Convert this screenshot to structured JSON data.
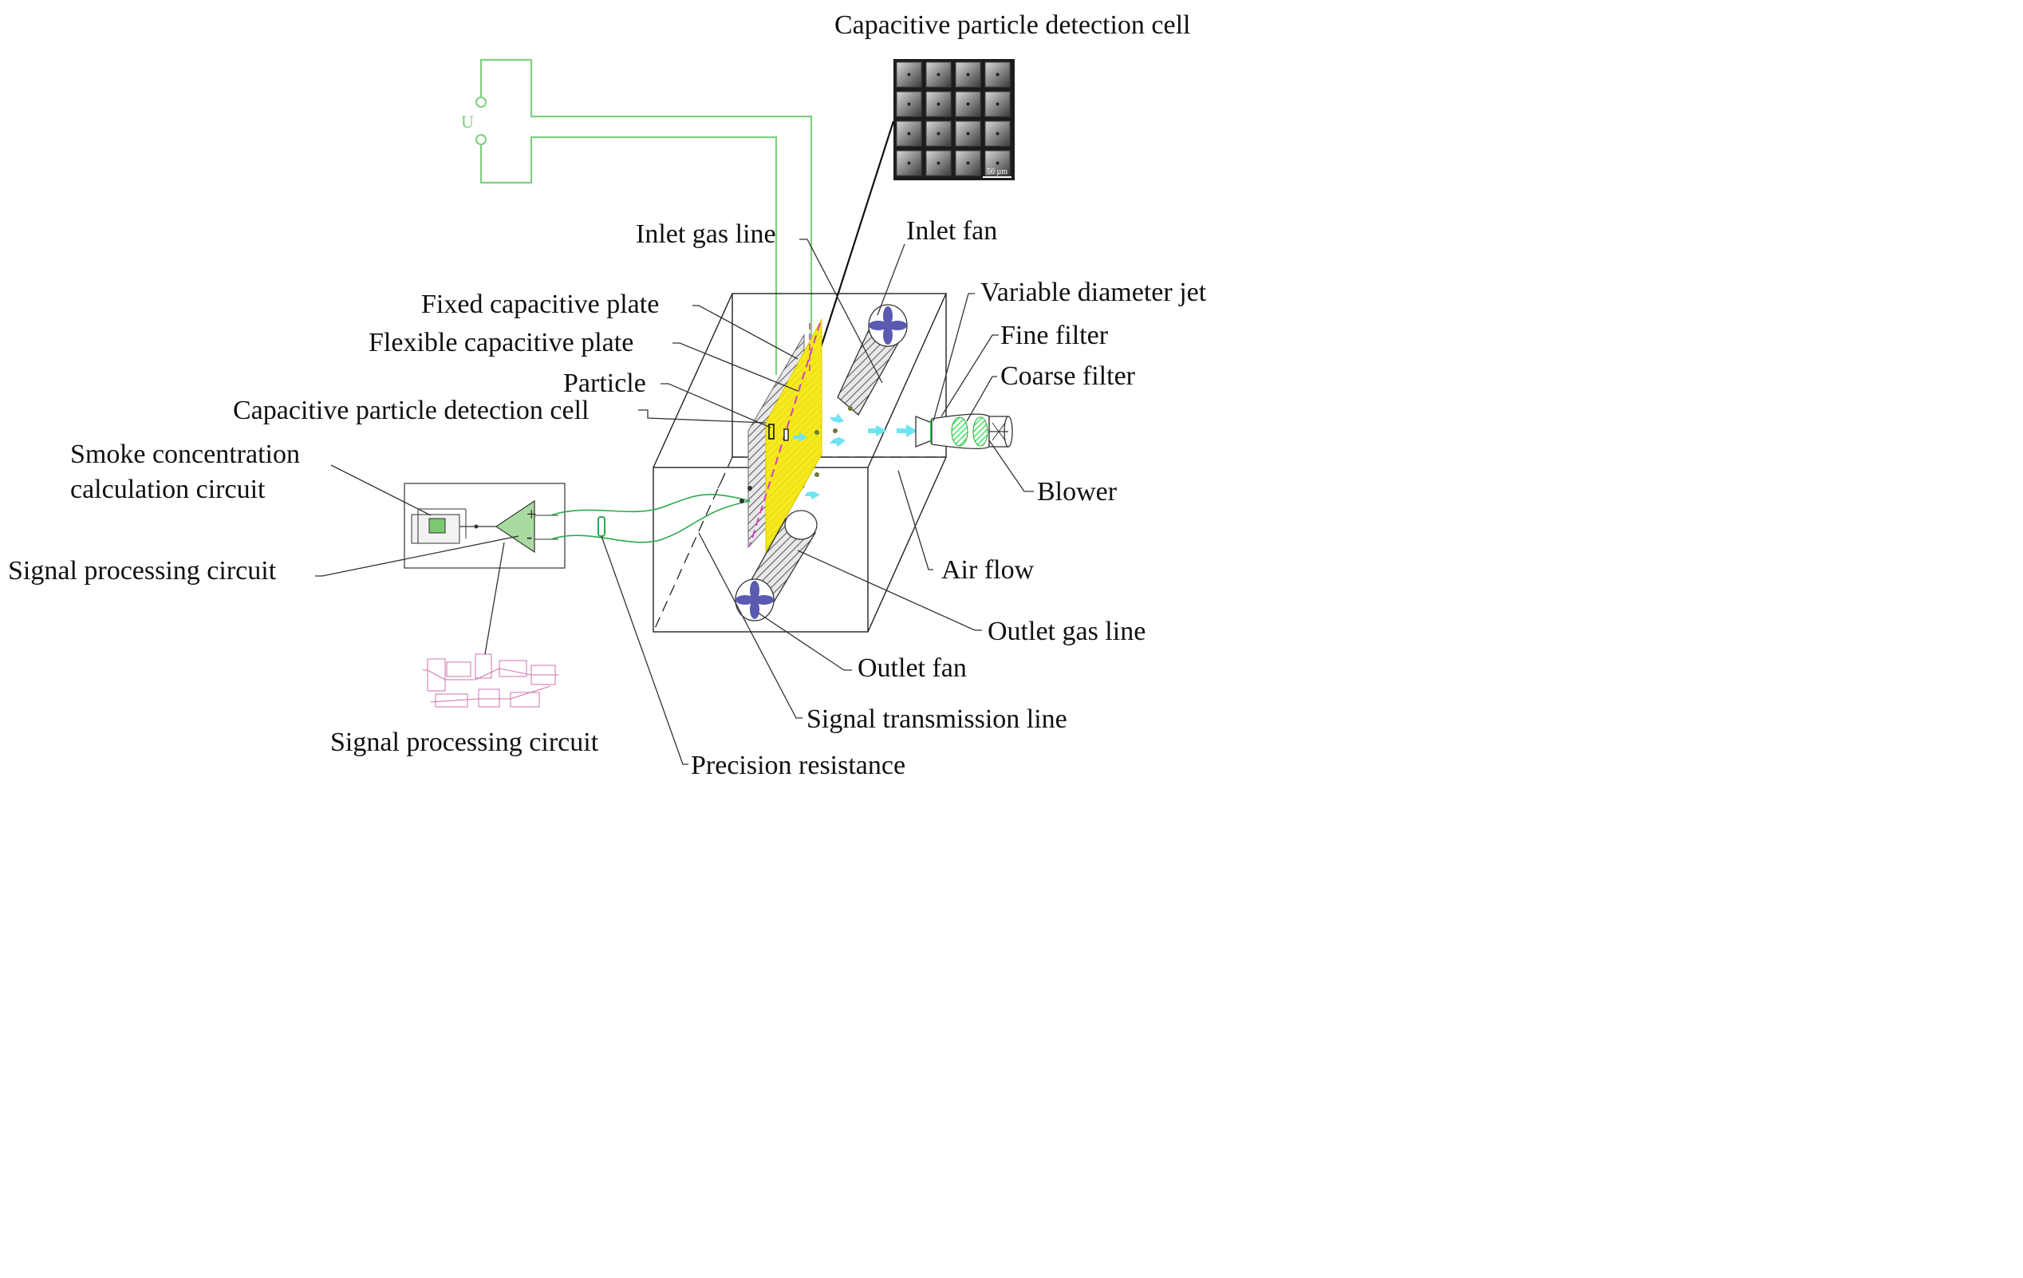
{
  "title": "Capacitive particle detection cell",
  "micrograph": {
    "scale_bar": "50 µm"
  },
  "voltage_source": {
    "symbol": "U"
  },
  "labels": {
    "inlet_gas_line": "Inlet gas line",
    "inlet_fan": "Inlet fan",
    "variable_diameter_jet": "Variable diameter jet",
    "fixed_capacitive_plate": "Fixed capacitive plate",
    "flexible_capacitive_plate": "Flexible capacitive plate",
    "fine_filter": "Fine filter",
    "coarse_filter": "Coarse filter",
    "particle": "Particle",
    "capacitive_particle_detection_cell": "Capacitive particle detection cell",
    "smoke_concentration_line1": "Smoke concentration",
    "smoke_concentration_line2": "calculation circuit",
    "blower": "Blower",
    "signal_processing_circuit_left": "Signal processing circuit",
    "air_flow": "Air flow",
    "outlet_gas_line": "Outlet gas line",
    "outlet_fan": "Outlet fan",
    "signal_transmission_line": "Signal transmission line",
    "signal_processing_circuit_bottom": "Signal processing circuit",
    "precision_resistance": "Precision resistance"
  },
  "amplifier": {
    "plus": "+",
    "minus": "-"
  },
  "colors": {
    "plate_fixed": "#9a9a9a",
    "plate_flexible": "#f2e600",
    "dashed_magenta": "#d040c0",
    "voltage_wire": "#7fcf7f",
    "signal_wire": "#2fa84f",
    "fan_blade": "#5a5ab0",
    "filter_green": "#22dd44",
    "airflow_cyan": "#6fe3f0",
    "schematic_pink": "#d070b0"
  }
}
